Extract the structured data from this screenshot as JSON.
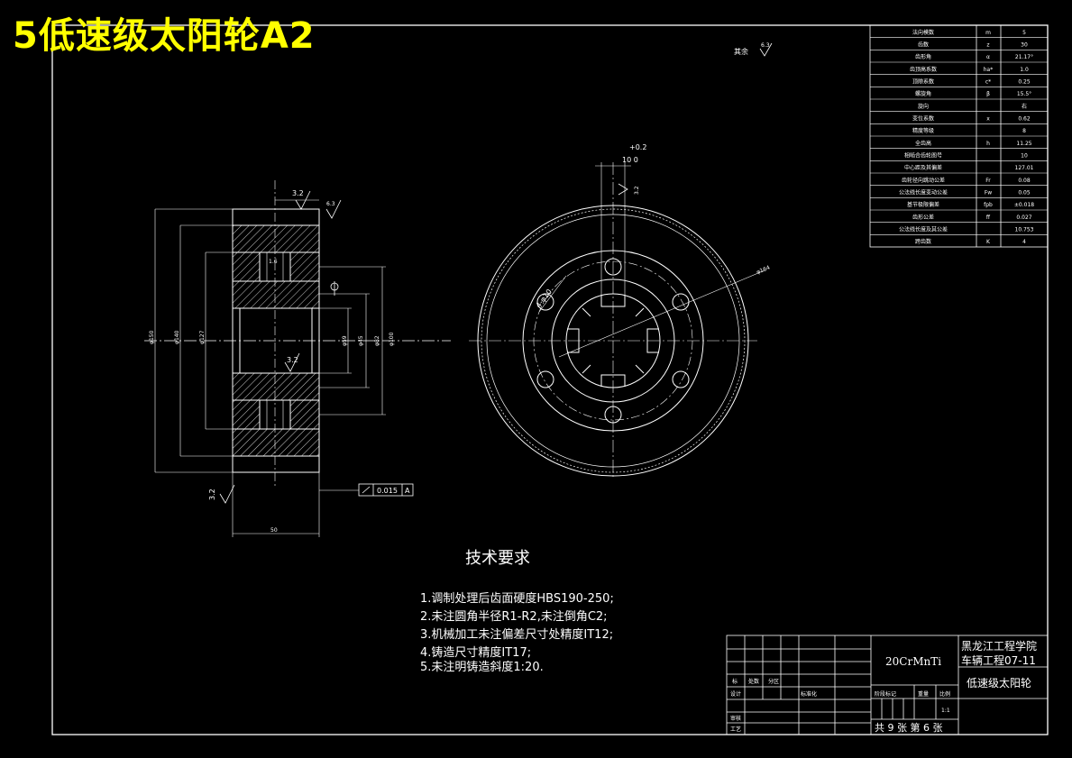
{
  "overlay_title": "5低速级太阳轮A2",
  "roughness_note": {
    "label": "其余",
    "value": "6.3"
  },
  "params": [
    {
      "name": "法向模数",
      "symbol": "m",
      "value": "5"
    },
    {
      "name": "齿数",
      "symbol": "z",
      "value": "30"
    },
    {
      "name": "齿形角",
      "symbol": "α",
      "value": "21.17°"
    },
    {
      "name": "齿顶高系数",
      "symbol": "ha*",
      "value": "1.0"
    },
    {
      "name": "顶隙系数",
      "symbol": "c*",
      "value": "0.25"
    },
    {
      "name": "螺旋角",
      "symbol": "β",
      "value": "15.5°"
    },
    {
      "name": "旋向",
      "symbol": "",
      "value": "右"
    },
    {
      "name": "变位系数",
      "symbol": "x",
      "value": "0.62"
    },
    {
      "name": "精度等级",
      "symbol": "",
      "value": "8"
    },
    {
      "name": "全齿高",
      "symbol": "h",
      "value": "11.25"
    },
    {
      "name": "相啮合齿轮图号",
      "symbol": "",
      "value": "10"
    },
    {
      "name": "中心距及其偏差",
      "symbol": "",
      "value": "127.01"
    },
    {
      "name": "齿轮径向跳动公差",
      "symbol": "Fr",
      "value": "0.08"
    },
    {
      "name": "公法线长度变动公差",
      "symbol": "Fw",
      "value": "0.05"
    },
    {
      "name": "基节极限偏差",
      "symbol": "fpb",
      "value": "±0.018"
    },
    {
      "name": "齿形公差",
      "symbol": "ff",
      "value": "0.027"
    },
    {
      "name": "公法线长度及其公差",
      "symbol": "",
      "value": "10.753"
    },
    {
      "name": "跨齿数",
      "symbol": "K",
      "value": "4"
    }
  ],
  "dims": {
    "tol_plus": "+0.2",
    "slot_width": "10 0",
    "roughness_a": "3.2",
    "roughness_b": "3.2",
    "roughness_c": "3.2",
    "roughness_d": "3.2",
    "small_d": "1.6",
    "hole_dia": "4-φ10",
    "outer_dia": "φ164",
    "d150": "φ150",
    "d140": "φ140",
    "d127": "φ127",
    "d82": "φ82",
    "d100": "φ100",
    "d59": "φ59",
    "d45": "φ45",
    "width": "50",
    "tol_value": "0.015",
    "datum": "A"
  },
  "tech": {
    "title": "技术要求",
    "items": [
      "1.调制处理后齿面硬度HBS190-250;",
      "2.未注圆角半径R1-R2,未注倒角C2;",
      "3.机械加工未注偏差尺寸处精度IT12;",
      "4.铸造尺寸精度IT17;",
      "5.未注明铸造斜度1:20."
    ]
  },
  "title_block": {
    "material": "20CrMnTi",
    "school": "黑龙江工程学院",
    "class": "车辆工程07-11",
    "part_name": "低速级太阳轮",
    "scale": "1:1",
    "sheet": "共 9 张 第 6 张",
    "labels": {
      "mark": "标",
      "process": "处数",
      "zone": "分区",
      "design": "设计",
      "standard": "标准化",
      "stage": "阶段标记",
      "weight": "重量",
      "ratio": "比例",
      "review": "审核",
      "craft": "工艺"
    }
  }
}
